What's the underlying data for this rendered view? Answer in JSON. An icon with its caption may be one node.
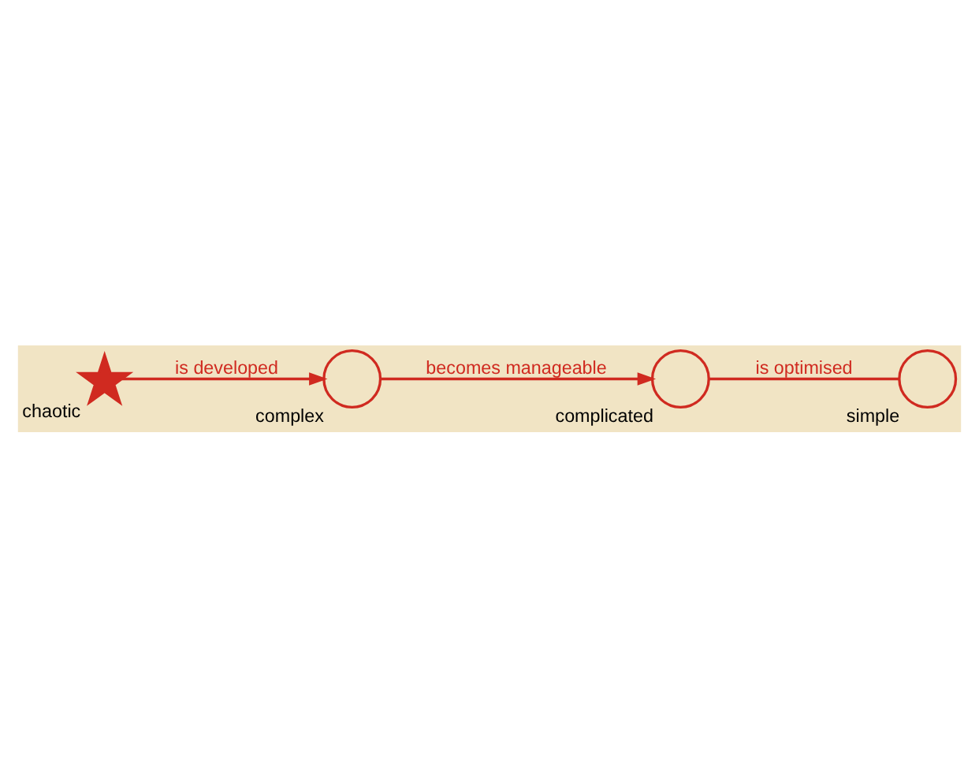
{
  "diagram": {
    "nodes": [
      {
        "text": [],
        "shape": "circle",
        "beside": [
          "complex"
        ]
      },
      {
        "text": [],
        "shape": "circle",
        "beside": [
          "complicated"
        ]
      },
      {
        "text": [],
        "shape": "circle",
        "beside": [
          "simple"
        ]
      },
      {
        "text": [],
        "shape": "star",
        "beside": [
          "chaotic"
        ]
      }
    ],
    "edges": [
      {
        "from": 3,
        "to": 0,
        "arrow": "to",
        "label": "is developed"
      },
      {
        "from": 0,
        "to": 1,
        "arrow": "to",
        "label": "becomes manageable"
      },
      {
        "from": 1,
        "to": 2,
        "arrow": "none",
        "label": "is optimised"
      }
    ]
  }
}
